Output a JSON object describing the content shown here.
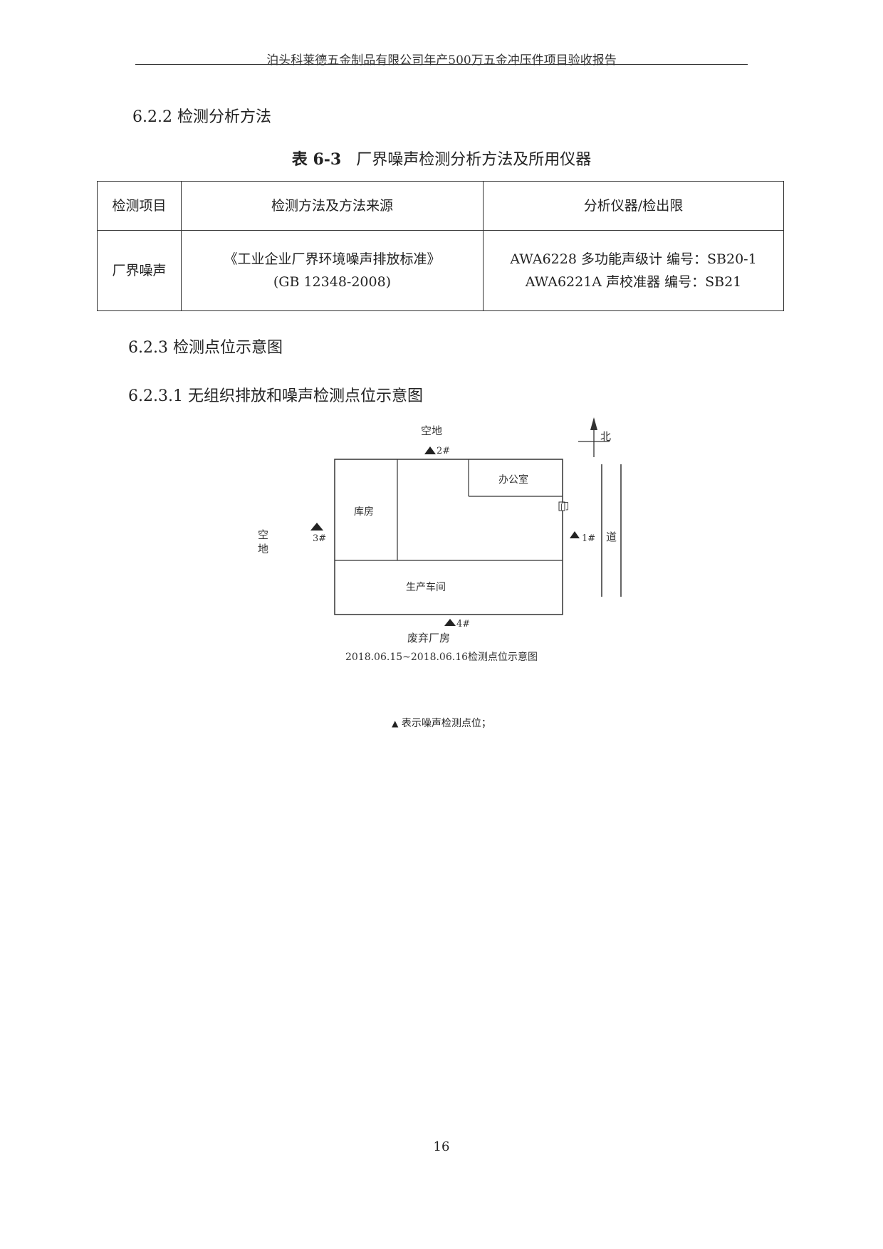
{
  "header": {
    "title": "泊头科莱德五金制品有限公司年产500万五金冲压件项目验收报告"
  },
  "sections": {
    "s622": "6.2.2 检测分析方法",
    "s623": "6.2.3 检测点位示意图",
    "s6231": "6.2.3.1 无组织排放和噪声检测点位示意图"
  },
  "table": {
    "caption_num": "表 6-3",
    "caption_title": "厂界噪声检测分析方法及所用仪器",
    "headers": [
      "检测项目",
      "检测方法及方法来源",
      "分析仪器/检出限"
    ],
    "row": {
      "item": "厂界噪声",
      "method_line1": "《工业企业厂界环境噪声排放标准》",
      "method_line2": "(GB 12348-2008)",
      "instrument_line1": "AWA6228 多功能声级计  编号：SB20-1",
      "instrument_line2": "AWA6221A 声校准器  编号：SB21"
    }
  },
  "map": {
    "north": "北",
    "top_area": "空地",
    "left_area_1": "空",
    "left_area_2": "地",
    "bottom_area": "废弃厂房",
    "road": "道",
    "office": "办公室",
    "warehouse": "库房",
    "workshop": "生产车间",
    "door": "门",
    "points": [
      "1#",
      "2#",
      "3#",
      "4#"
    ],
    "caption": "2018.06.15~2018.06.16检测点位示意图"
  },
  "legend": {
    "text": "表示噪声检测点位；"
  },
  "page_number": "16"
}
